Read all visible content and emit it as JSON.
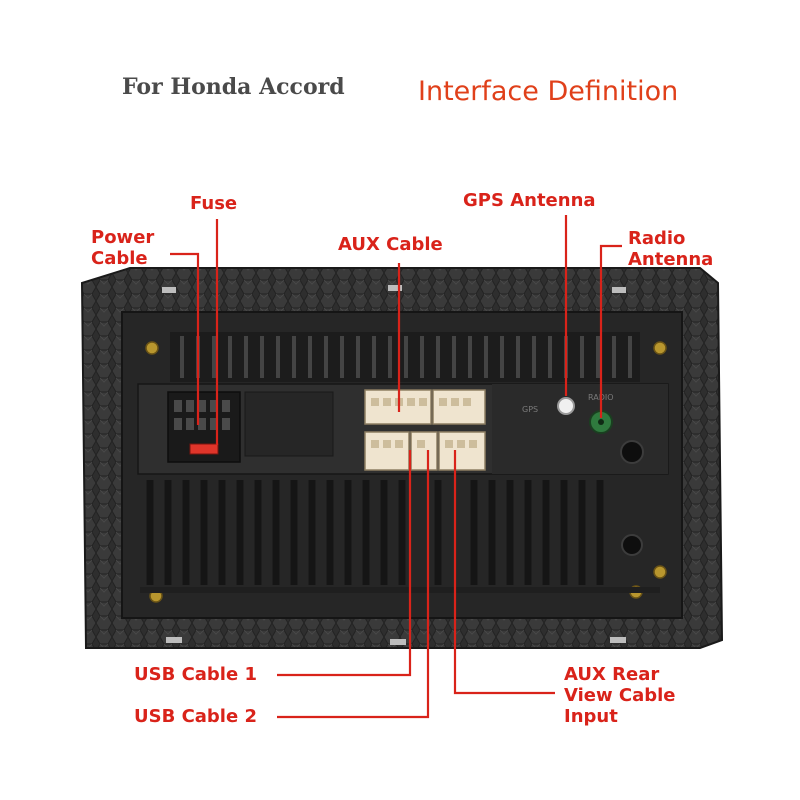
{
  "header": {
    "subtitle": "For Honda Accord",
    "title": "Interface Definition"
  },
  "labels": {
    "fuse": "Fuse",
    "power_cable_1": "Power",
    "power_cable_2": "Cable",
    "aux_cable": "AUX Cable",
    "gps_antenna": "GPS Antenna",
    "radio_antenna_1": "Radio",
    "radio_antenna_2": "Antenna",
    "usb_cable_1": "USB Cable 1",
    "usb_cable_2": "USB Cable 2",
    "aux_rear_1": "AUX Rear",
    "aux_rear_2": "View Cable",
    "aux_rear_3": "Input"
  },
  "unit_markings": {
    "gps": "GPS",
    "radio": "RADIO"
  },
  "colors": {
    "label_red": "#d9231a",
    "title_orange": "#e0401a",
    "panel_dark": "#2b2b2b",
    "connector_beige": "#efe4cf",
    "radio_green": "#2f7a3e"
  }
}
